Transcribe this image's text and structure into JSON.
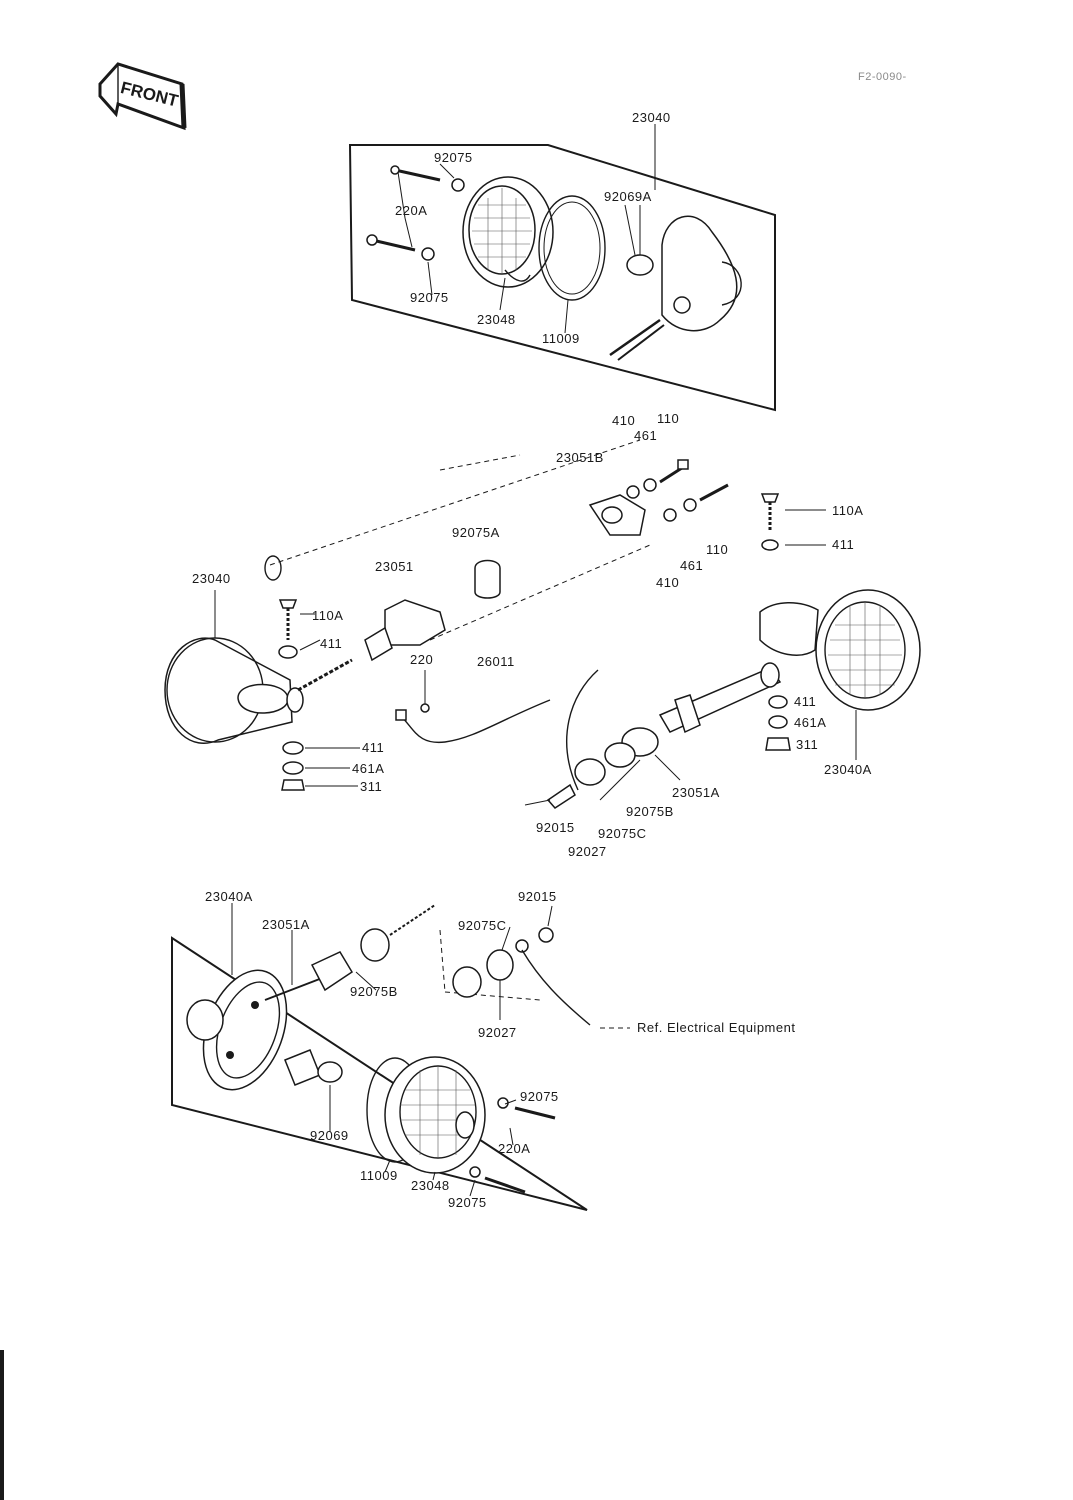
{
  "header": {
    "front_badge": "FRONT",
    "faint_top_left": "",
    "figure_code": "F2-0090-"
  },
  "callouts": {
    "top": {
      "assembly": "23040",
      "screw_nut_top": "92075",
      "screw_top": "220A",
      "screw_nut_bottom": "92075",
      "lens_frame": "23048",
      "gasket": "11009",
      "bulb": "92069A"
    },
    "middle": {
      "washer_a": "410",
      "washer_b": "461",
      "bolt_a": "110",
      "bracket_b": "23051B",
      "bolt_c": "110A",
      "washer_c": "411",
      "nut_collar": "92075A",
      "bolt_b": "110",
      "washer_d": "461",
      "washer_e": "410",
      "lamp_left": "23040",
      "stay_left": "23051",
      "bolt_left": "110A",
      "washer_left": "411",
      "screw_left": "220",
      "cable": "26011",
      "washer_left2": "411",
      "washer_left3": "461A",
      "nut_left": "311",
      "washer_right1": "411",
      "washer_right2": "461A",
      "nut_right": "311",
      "lamp_right": "23040A",
      "stay_right": "23051A",
      "grommet_b": "92075B",
      "grommet_c": "92075C",
      "terminal": "92015",
      "grommet_d": "92027"
    },
    "bottom": {
      "assembly": "23040A",
      "stay": "23051A",
      "terminal": "92015",
      "grommet_c": "92075C",
      "grommet_b": "92075B",
      "grommet_d": "92027",
      "ref_note": "Ref. Electrical Equipment",
      "screw_nut_top": "92075",
      "screw": "220A",
      "bulb": "92069",
      "gasket": "11009",
      "lens_frame": "23048",
      "screw_nut_bottom": "92075"
    }
  }
}
